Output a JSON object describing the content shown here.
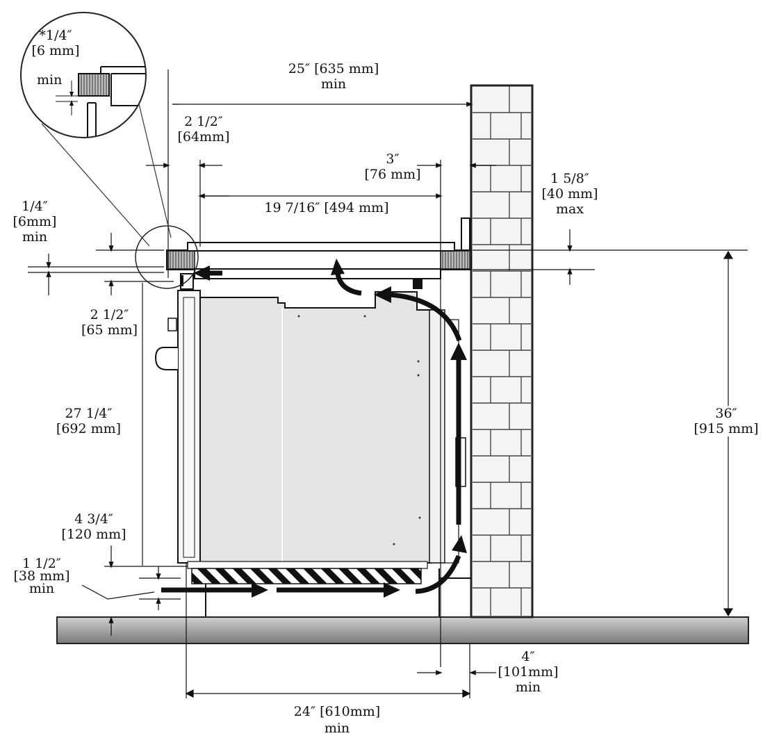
{
  "dimensions": {
    "detail_quarter_inch": {
      "imperial": "*1/4″",
      "metric": "[6 mm]",
      "qualifier": "min"
    },
    "depth_25": {
      "imperial": "25″ [635 mm]",
      "qualifier": "min"
    },
    "setback_2_5_top": {
      "imperial": "2 1/2″",
      "metric": "[64mm]"
    },
    "gap_3": {
      "imperial": "3″",
      "metric": "[76 mm]"
    },
    "span_19_7_16": {
      "text": "19 7/16″ [494 mm]"
    },
    "panel_1_5_8": {
      "imperial": "1 5/8″",
      "metric": "[40 mm]",
      "qualifier": "max"
    },
    "counter_quarter": {
      "imperial": "1/4″",
      "metric": "[6mm]",
      "qualifier": "min"
    },
    "setback_2_5_side": {
      "imperial": "2 1/2″",
      "metric": "[65 mm]"
    },
    "height_27_1_4": {
      "imperial": "27 1/4″",
      "metric": "[692 mm]"
    },
    "height_4_3_4": {
      "imperial": "4 3/4″",
      "metric": "[120 mm]"
    },
    "gap_1_5": {
      "imperial": "1 1/2″",
      "metric": "[38 mm]",
      "qualifier": "min"
    },
    "height_36": {
      "imperial": "36″",
      "metric": "[915 mm]"
    },
    "gap_4": {
      "imperial": "4″",
      "metric": "[101mm]",
      "qualifier": "min"
    },
    "depth_24": {
      "imperial": "24″ [610mm]",
      "qualifier": "min"
    }
  },
  "colors": {
    "line": "#1a1a1a",
    "oven_fill": "#e4e4e4",
    "brick_fill": "#f4f4f4",
    "floor_top": "#c9c9c9",
    "floor_bottom": "#7d7d7d",
    "airflow_arrow": "#111111"
  }
}
